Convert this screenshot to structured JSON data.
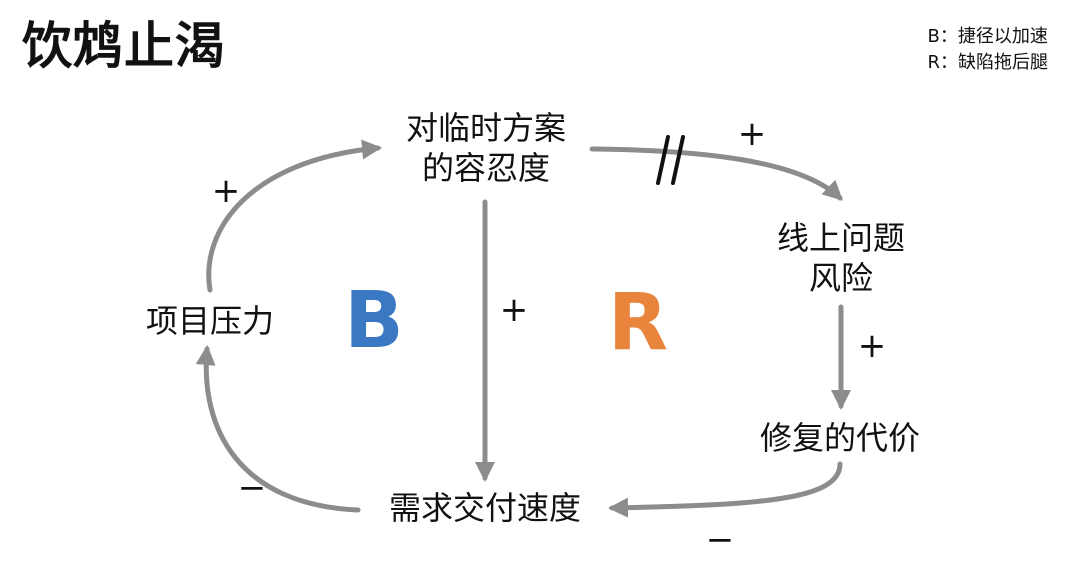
{
  "title": "饮鸩止渴",
  "legend": [
    "B：捷径以加速",
    "R：缺陷拖后腿"
  ],
  "nodes": {
    "tolerance": [
      "对临时方案",
      "的容忍度"
    ],
    "risk": [
      "线上问题",
      "风险"
    ],
    "cost": [
      "修复的代价"
    ],
    "speed": [
      "需求交付速度"
    ],
    "pressure": [
      "项目压力"
    ]
  },
  "signs": {
    "pressure_to_tolerance": "+",
    "tolerance_to_risk": "+",
    "risk_to_cost": "+",
    "cost_to_speed": "−",
    "speed_to_pressure": "−",
    "tolerance_to_speed": "+"
  },
  "loops": {
    "balancing": {
      "label": "B",
      "color": "#3a78c4"
    },
    "reinforcing": {
      "label": "R",
      "color": "#e8843c"
    }
  },
  "colors": {
    "arrow": "#8c8c8c",
    "text": "#111111"
  }
}
